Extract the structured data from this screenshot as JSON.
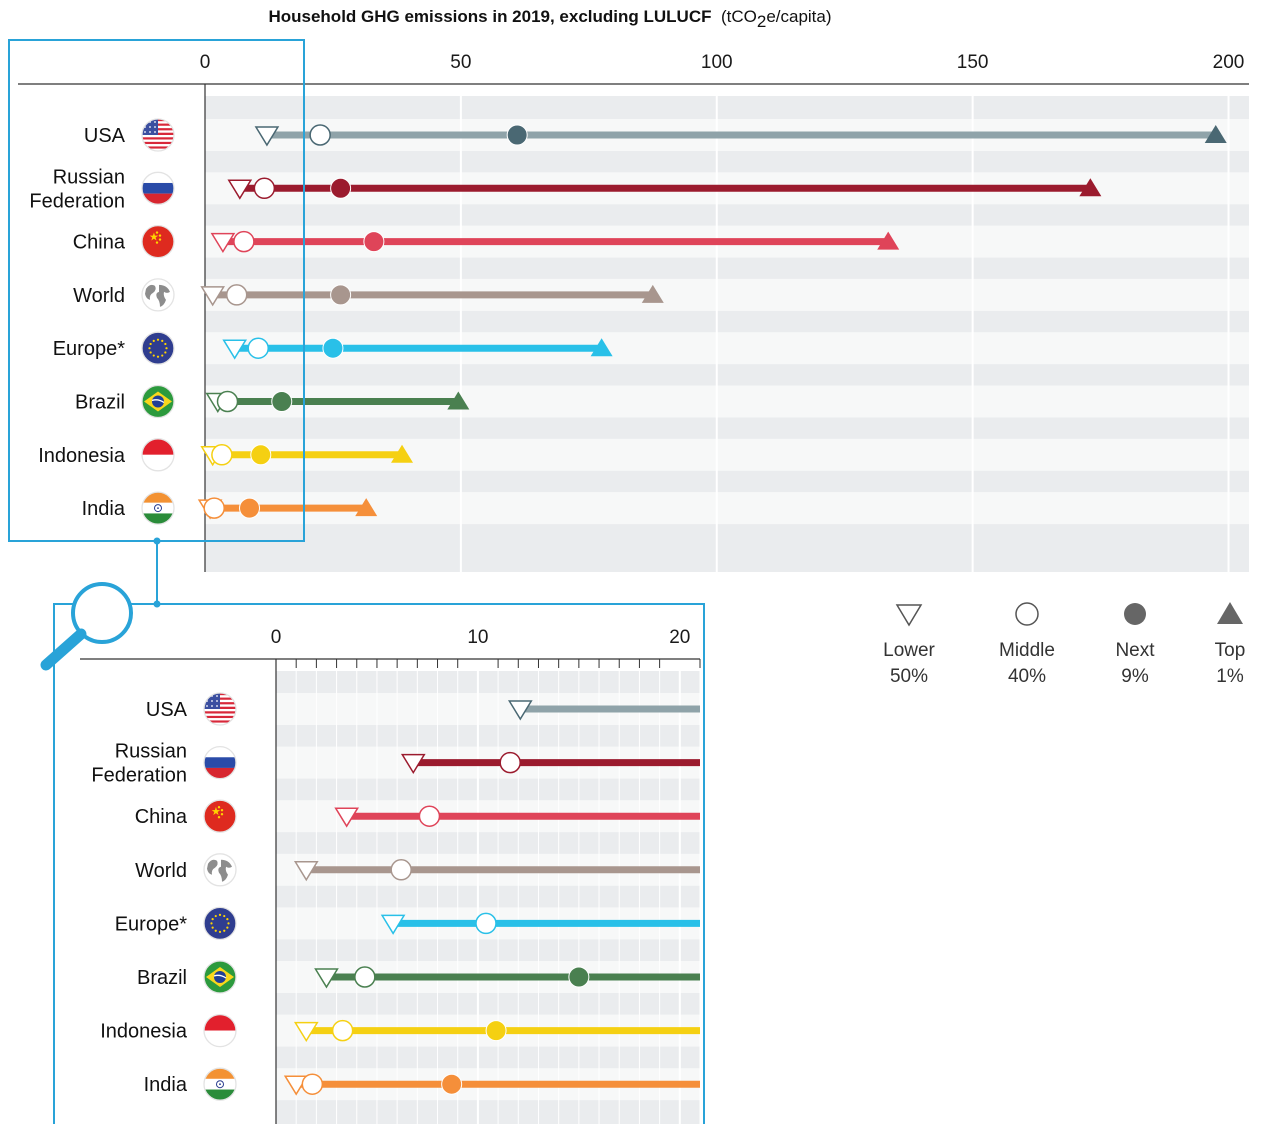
{
  "chart_data": {
    "type": "dot-range",
    "title": "Household GHG emissions in 2019, excluding LULUCF",
    "title_unit_prefix": "(tCO",
    "title_unit_sub": "2",
    "title_unit_suffix": "e/capita)",
    "footnote_marker": "Europe*",
    "main_axis": {
      "ticks": [
        0,
        50,
        100,
        150,
        200
      ],
      "xlim": [
        0,
        204
      ]
    },
    "zoom_axis": {
      "ticks": [
        0,
        10,
        20
      ],
      "xlim": [
        0,
        21
      ]
    },
    "legend": [
      {
        "key": "lower",
        "label": "Lower",
        "pct": "50%"
      },
      {
        "key": "middle",
        "label": "Middle",
        "pct": "40%"
      },
      {
        "key": "next",
        "label": "Next",
        "pct": "9%"
      },
      {
        "key": "top",
        "label": "Top",
        "pct": "1%"
      }
    ],
    "series_keys": [
      "lower",
      "middle",
      "next",
      "top"
    ],
    "countries": [
      {
        "label": [
          "USA"
        ],
        "flag": "usa-flag-icon",
        "color": "#8fa3a9",
        "dark": "#4a6873",
        "values": {
          "lower": 12.1,
          "middle": 22.5,
          "next": 61,
          "top": 197.5
        }
      },
      {
        "label": [
          "Russian",
          "Federation"
        ],
        "flag": "russia-flag-icon",
        "color": "#9b1b2e",
        "dark": "#9b1b2e",
        "values": {
          "lower": 6.8,
          "middle": 11.6,
          "next": 26.5,
          "top": 173
        }
      },
      {
        "label": [
          "China"
        ],
        "flag": "china-flag-icon",
        "color": "#df4459",
        "dark": "#df4459",
        "values": {
          "lower": 3.5,
          "middle": 7.6,
          "next": 33,
          "top": 133.5
        }
      },
      {
        "label": [
          "World"
        ],
        "flag": "globe-icon",
        "color": "#a8968e",
        "dark": "#a8968e",
        "values": {
          "lower": 1.5,
          "middle": 6.2,
          "next": 26.5,
          "top": 87.5
        }
      },
      {
        "label": [
          "Europe*"
        ],
        "flag": "eu-flag-icon",
        "color": "#29c0e8",
        "dark": "#29c0e8",
        "values": {
          "lower": 5.8,
          "middle": 10.4,
          "next": 25,
          "top": 77.5
        }
      },
      {
        "label": [
          "Brazil"
        ],
        "flag": "brazil-flag-icon",
        "color": "#4a8050",
        "dark": "#4a8050",
        "values": {
          "lower": 2.5,
          "middle": 4.4,
          "next": 15,
          "top": 49.5
        }
      },
      {
        "label": [
          "Indonesia"
        ],
        "flag": "indonesia-flag-icon",
        "color": "#f5d012",
        "dark": "#f5d012",
        "values": {
          "lower": 1.5,
          "middle": 3.3,
          "next": 10.9,
          "top": 38.5
        }
      },
      {
        "label": [
          "India"
        ],
        "flag": "india-flag-icon",
        "color": "#f58f3a",
        "dark": "#f58f3a",
        "values": {
          "lower": 1.0,
          "middle": 1.8,
          "next": 8.7,
          "top": 31.5
        }
      }
    ]
  }
}
